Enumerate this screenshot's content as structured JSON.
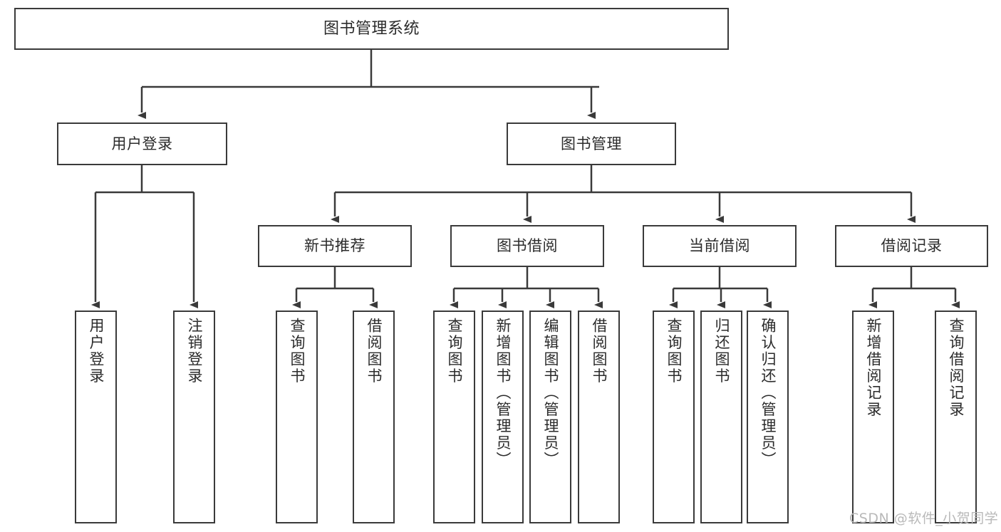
{
  "diagram": {
    "title": "图书管理系统",
    "type": "功能结构图",
    "stroke_color": "#3a3a3a",
    "fill_color": "#ffffff",
    "text_color": "#2b2b2b"
  },
  "nodes": {
    "root": {
      "label": "图书管理系统"
    },
    "level1": [
      {
        "id": "user-login",
        "label": "用户登录"
      },
      {
        "id": "book-manage",
        "label": "图书管理"
      }
    ],
    "level2": [
      {
        "id": "new-book-recommend",
        "label": "新书推荐"
      },
      {
        "id": "book-borrow",
        "label": "图书借阅"
      },
      {
        "id": "current-borrow",
        "label": "当前借阅"
      },
      {
        "id": "borrow-record",
        "label": "借阅记录"
      }
    ],
    "leaves": {
      "user_login": [
        {
          "id": "leaf-user-login",
          "label": "用户登录"
        },
        {
          "id": "leaf-logout-login",
          "label": "注销登录"
        }
      ],
      "new_book_recommend": [
        {
          "id": "leaf-query-book-1",
          "label": "查询图书"
        },
        {
          "id": "leaf-borrow-book-1",
          "label": "借阅图书"
        }
      ],
      "book_borrow": [
        {
          "id": "leaf-query-book-2",
          "label": "查询图书"
        },
        {
          "id": "leaf-add-book",
          "label": "新增图书（管理员）"
        },
        {
          "id": "leaf-edit-book",
          "label": "编辑图书（管理员）"
        },
        {
          "id": "leaf-borrow-book-2",
          "label": "借阅图书"
        }
      ],
      "current_borrow": [
        {
          "id": "leaf-query-book-3",
          "label": "查询图书"
        },
        {
          "id": "leaf-return-book",
          "label": "归还图书"
        },
        {
          "id": "leaf-confirm-return",
          "label": "确认归还（管理员）"
        }
      ],
      "borrow_record": [
        {
          "id": "leaf-add-record",
          "label": "新增借阅记录"
        },
        {
          "id": "leaf-query-record",
          "label": "查询借阅记录"
        }
      ]
    }
  },
  "watermark": {
    "text": "CSDN @软件_小贺同学"
  }
}
